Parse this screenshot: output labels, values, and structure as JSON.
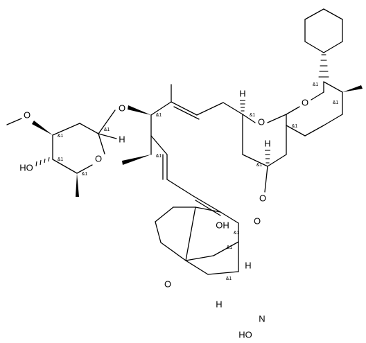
{
  "figure": {
    "atom_labels": {
      "o_methoxy": "O",
      "oh_sugar": "HO",
      "o_sugar_ring": "O",
      "h_anomeric": "H",
      "o_glycosidic": "O",
      "o_spiro_a": "O",
      "o_spiro_b": "O",
      "h_c17": "H",
      "h_c19": "H",
      "o_lactone_ring": "O",
      "o_carbonyl": "O",
      "oh_c7": "OH",
      "h_c2": "H",
      "o_furan": "O",
      "h_c6": "H",
      "n_oxime": "N",
      "oh_oxime": "HO"
    },
    "stereo_flag": "&1"
  }
}
